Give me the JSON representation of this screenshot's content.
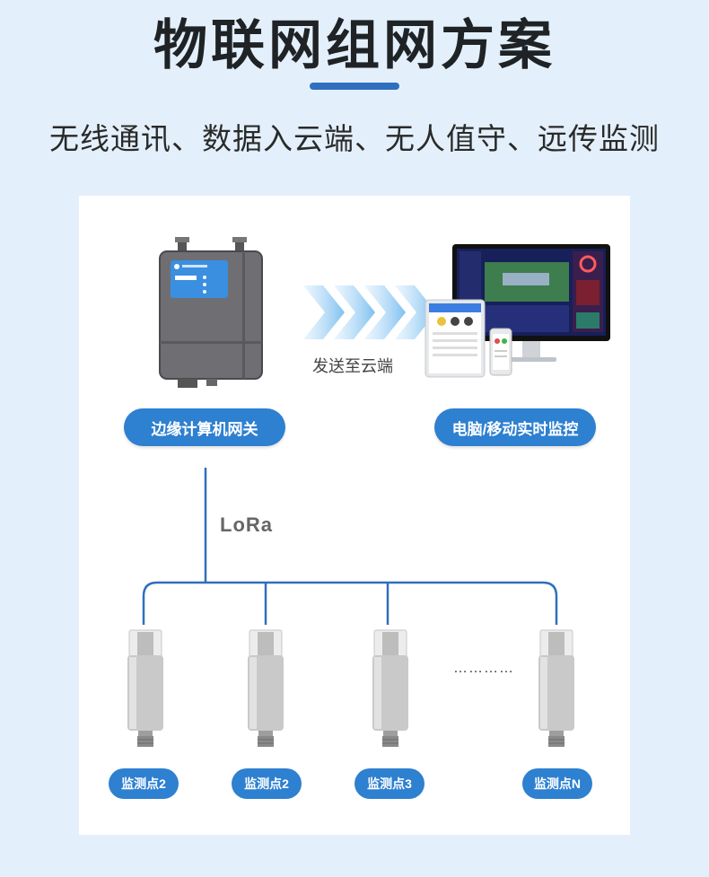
{
  "header": {
    "title": "物联网组网方案",
    "subtitle": "无线通讯、数据入云端、无人值守、远传监测"
  },
  "diagram": {
    "gateway_label": "边缘计算机网关",
    "monitor_label": "电脑/移动实时监控",
    "cloud_text": "发送至云端",
    "link_label": "LoRa",
    "ellipsis": "…………",
    "sensors": [
      {
        "label": "监测点2"
      },
      {
        "label": "监测点2"
      },
      {
        "label": "监测点3"
      },
      {
        "label": "监测点N"
      }
    ]
  },
  "colors": {
    "accent": "#2e80d0",
    "line": "#2f6fbe",
    "background": "#e3f0fb"
  }
}
